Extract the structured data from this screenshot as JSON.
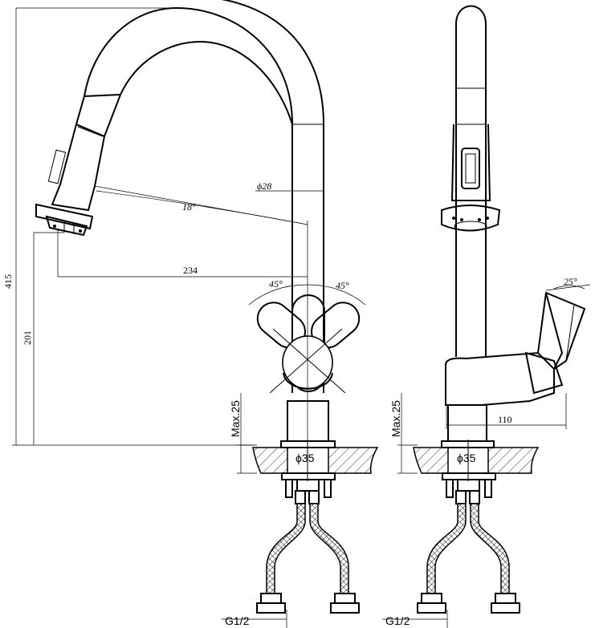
{
  "front_view": {
    "dim_height_total": "415",
    "dim_height_spout": "201",
    "dim_reach": "234",
    "dim_spout_diameter": "ϕ28",
    "dim_spray_angle": "18°",
    "dim_handle_angle_left": "45°",
    "dim_handle_angle_right": "45°",
    "dim_max_thickness": "Max.25",
    "dim_hole_diameter": "ϕ35",
    "dim_thread": "G1/2"
  },
  "side_view": {
    "dim_lever_angle": "25°",
    "dim_lever_length": "110",
    "dim_max_thickness": "Max.25",
    "dim_hole_diameter": "ϕ35",
    "dim_thread": "G1/2"
  }
}
